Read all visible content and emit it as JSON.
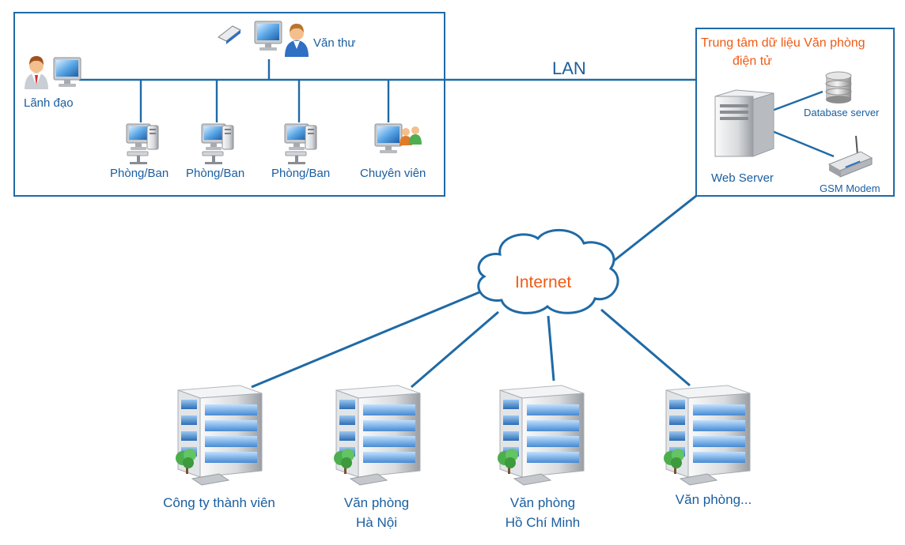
{
  "lan": {
    "label": "LAN"
  },
  "office": {
    "leader_label": "Lãnh đạo",
    "clerk_label": "Văn thư",
    "dept_labels": [
      "Phòng/Ban",
      "Phòng/Ban",
      "Phòng/Ban"
    ],
    "specialist_label": "Chuyên viên"
  },
  "datacenter": {
    "title_line1": "Trung tâm dữ liệu Văn phòng",
    "title_line2": "điện tử",
    "web_server_label": "Web Server",
    "database_label": "Database server",
    "modem_label": "GSM Modem"
  },
  "internet": {
    "label": "Internet"
  },
  "branches": [
    {
      "line1": "Công ty thành viên",
      "line2": ""
    },
    {
      "line1": "Văn phòng",
      "line2": "Hà Nội"
    },
    {
      "line1": "Văn phòng",
      "line2": "Hồ Chí Minh"
    },
    {
      "line1": "Văn phòng...",
      "line2": ""
    }
  ],
  "colors": {
    "line": "#1f6aa6",
    "label": "#1a5fa0",
    "highlight": "#f05a14"
  }
}
